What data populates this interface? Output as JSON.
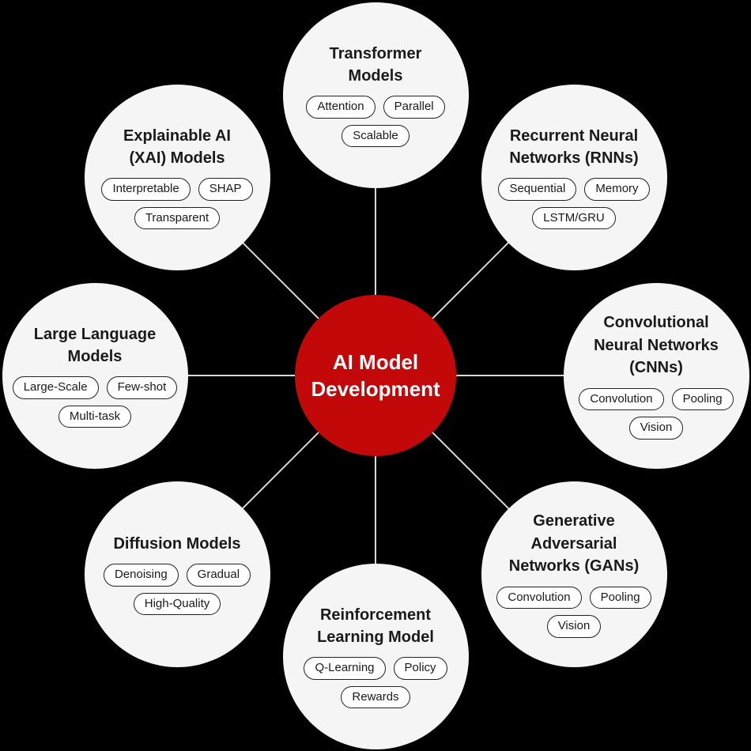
{
  "colors": {
    "background": "#000000",
    "accent": "#c20808",
    "accent_text": "#ffffff",
    "node_fill": "#f5f5f5",
    "link_line": "#d9d9d9",
    "pill_fill": "#ffffff",
    "pill_border": "#222222",
    "text": "#1a1a1a"
  },
  "center": {
    "title": "AI Model Development",
    "title_lines": [
      "AI Model",
      "Development"
    ]
  },
  "nodes": [
    {
      "id": "transformer-models",
      "title": "Transformer Models",
      "title_lines": [
        "Transformer",
        "Models"
      ],
      "tags": [
        "Attention",
        "Parallel",
        "Scalable"
      ]
    },
    {
      "id": "recurrent-neural-networks",
      "title": "Recurrent Neural Networks (RNNs)",
      "title_lines": [
        "Recurrent Neural",
        "Networks (RNNs)"
      ],
      "tags": [
        "Sequential",
        "Memory",
        "LSTM/GRU"
      ]
    },
    {
      "id": "convolutional-neural-networks",
      "title": "Convolutional Neural Networks (CNNs)",
      "title_lines": [
        "Convolutional",
        "Neural Networks",
        "(CNNs)"
      ],
      "tags": [
        "Convolution",
        "Pooling",
        "Vision"
      ]
    },
    {
      "id": "generative-adversarial-networks",
      "title": "Generative Adversarial Networks (GANs)",
      "title_lines": [
        "Generative",
        "Adversarial",
        "Networks (GANs)"
      ],
      "tags": [
        "Convolution",
        "Pooling",
        "Vision"
      ]
    },
    {
      "id": "reinforcement-learning-model",
      "title": "Reinforcement Learning Model",
      "title_lines": [
        "Reinforcement",
        "Learning Model"
      ],
      "tags": [
        "Q-Learning",
        "Policy",
        "Rewards"
      ]
    },
    {
      "id": "diffusion-models",
      "title": "Diffusion Models",
      "title_lines": [
        "Diffusion Models"
      ],
      "tags": [
        "Denoising",
        "Gradual",
        "High-Quality"
      ]
    },
    {
      "id": "large-language-models",
      "title": "Large Language Models",
      "title_lines": [
        "Large Language",
        "Models"
      ],
      "tags": [
        "Large-Scale",
        "Few-shot",
        "Multi-task"
      ]
    },
    {
      "id": "explainable-ai-models",
      "title": "Explainable AI (XAI) Models",
      "title_lines": [
        "Explainable AI",
        "(XAI) Models"
      ],
      "tags": [
        "Interpretable",
        "SHAP",
        "Transparent"
      ]
    }
  ]
}
